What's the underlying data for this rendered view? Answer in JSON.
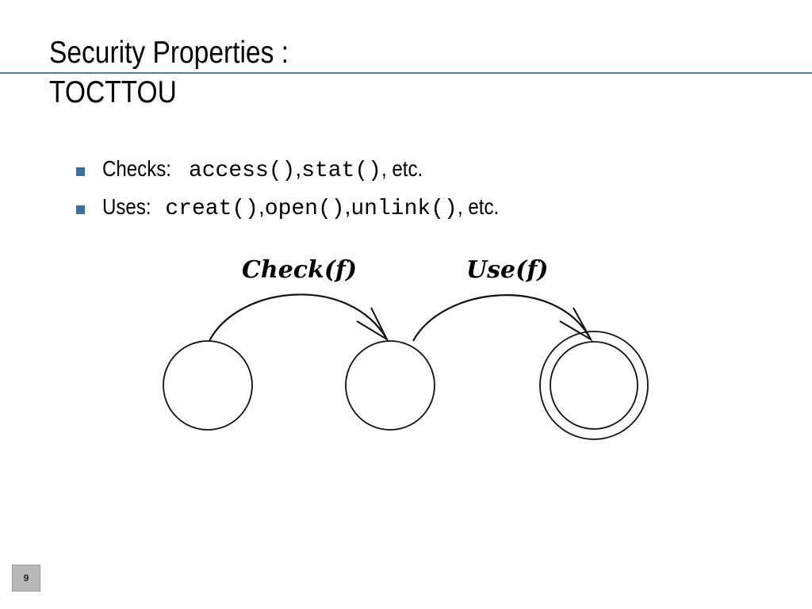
{
  "slide": {
    "title_line1": "Security Properties :",
    "title_line2": "TOCTTOU",
    "page_number": "9"
  },
  "bullets": [
    {
      "label": "Checks:",
      "items": [
        "access()",
        "stat()"
      ],
      "suffix": ", etc."
    },
    {
      "label": "Uses:",
      "items": [
        "creat()",
        "open()",
        "unlink()"
      ],
      "suffix": ", etc."
    }
  ],
  "diagram": {
    "edges": [
      {
        "label": "Check(f)"
      },
      {
        "label": "Use(f)"
      }
    ],
    "states": [
      {
        "accepting": false
      },
      {
        "accepting": false
      },
      {
        "accepting": true
      }
    ]
  }
}
